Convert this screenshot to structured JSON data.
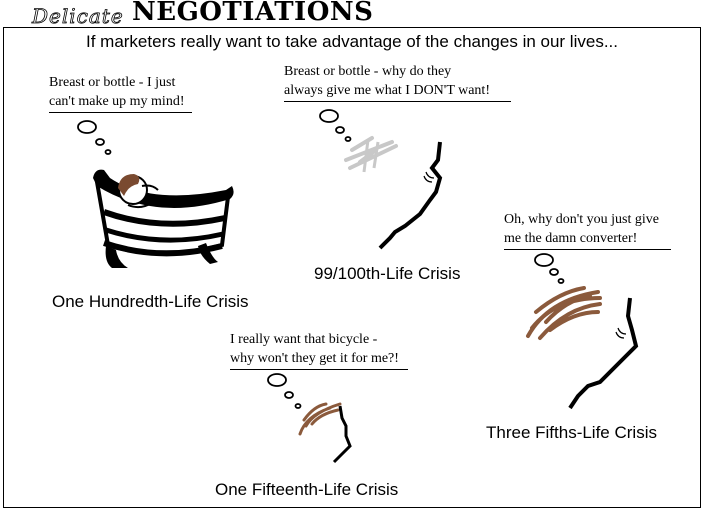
{
  "title": {
    "script": "Delicate",
    "bold": "NEGOTIATIONS"
  },
  "intro": "If marketers really want to take advantage of the changes in our lives...",
  "panels": [
    {
      "lines": [
        "Breast or bottle - I just",
        "can't make up my mind!"
      ],
      "caption": "One Hundredth-Life Crisis",
      "figure": "baby-in-crib"
    },
    {
      "lines": [
        "Breast or bottle - why do they",
        "always give me what I DON'T want!"
      ],
      "caption": "99/100th-Life Crisis",
      "figure": "face-profile-grey-hair"
    },
    {
      "lines": [
        "I really want that bicycle -",
        "why won't they get it for me?!"
      ],
      "caption": "One Fifteenth-Life Crisis",
      "figure": "face-profile-brown-hair"
    },
    {
      "lines": [
        "Oh, why don't you just give",
        "me the damn converter!"
      ],
      "caption": "Three Fifths-Life Crisis",
      "figure": "face-profile-brown-hair"
    }
  ],
  "colors": {
    "grey_hair": "#c8c8c8",
    "brown_hair": "#8b5a3c",
    "baby_hair": "#7a4a30"
  }
}
